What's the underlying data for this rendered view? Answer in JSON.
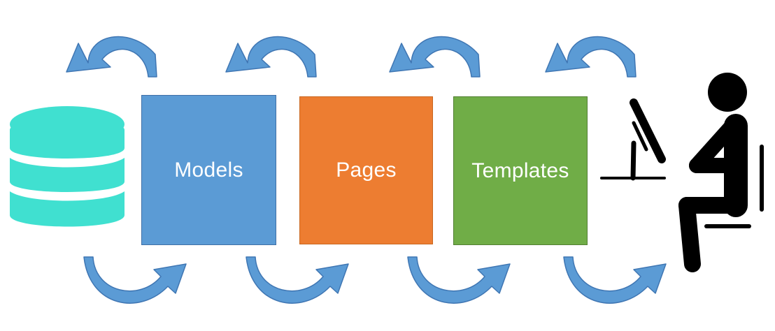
{
  "diagram": {
    "boxes": [
      {
        "key": "models",
        "label": "Models",
        "color": "#5b9bd5"
      },
      {
        "key": "pages",
        "label": "Pages",
        "color": "#ed7d31"
      },
      {
        "key": "templates",
        "label": "Templates",
        "color": "#70ad47"
      }
    ],
    "colors": {
      "arrow": "#5b9bd5",
      "arrow_outline": "#3f76b3",
      "database": "#40e0d0",
      "figure": "#000000"
    },
    "icons": {
      "source": "database-icon",
      "viewer": "user-at-computer-icon",
      "flow_top": "curved-arrow-left-icon",
      "flow_bottom": "curved-arrow-right-icon"
    }
  }
}
